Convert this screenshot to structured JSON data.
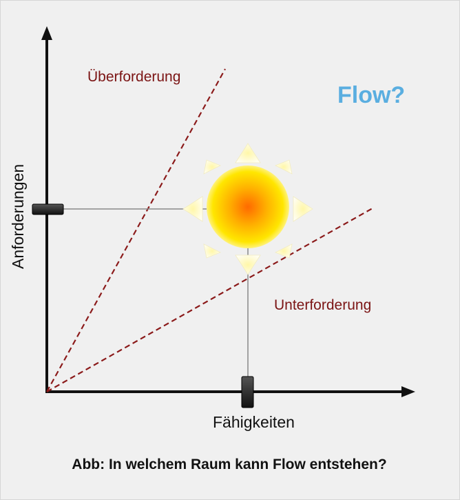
{
  "labels": {
    "overload": "Überforderung",
    "underload": "Unterforderung",
    "flow": "Flow?",
    "y_axis": "Anforderungen",
    "x_axis": "Fähigkeiten"
  },
  "caption": "Abb: In welchem Raum kann Flow entstehen?",
  "colors": {
    "background": "#f0f0f0",
    "axis": "#111111",
    "dashed_lines": "#8b1a1a",
    "region_labels": "#7b1414",
    "flow_label": "#5aaee0",
    "sun_center": "#ff6a00",
    "sun_edge": "#ffee00"
  },
  "icons": {
    "sun": "sun-icon",
    "y_slider": "slider-handle-icon",
    "x_slider": "slider-handle-icon"
  }
}
